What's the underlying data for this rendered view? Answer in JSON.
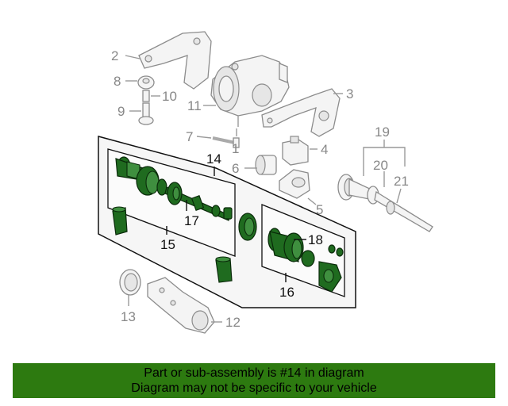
{
  "diagram": {
    "callouts": {
      "c1": "1",
      "c2": "2",
      "c3": "3",
      "c4": "4",
      "c5": "5",
      "c6": "6",
      "c7": "7",
      "c8": "8",
      "c9": "9",
      "c10": "10",
      "c11": "11",
      "c12": "12",
      "c13": "13",
      "c14": "14",
      "c15": "15",
      "c16": "16",
      "c17": "17",
      "c18": "18",
      "c19": "19",
      "c20": "20",
      "c21": "21"
    },
    "colors": {
      "highlight_parts": "#1f6b1f",
      "grey_parts": "#8c8c8c"
    }
  },
  "banner": {
    "line1": "Part or sub-assembly is #14 in diagram",
    "line2": "Diagram may not be specific to your vehicle",
    "background": "#2d7a10"
  }
}
